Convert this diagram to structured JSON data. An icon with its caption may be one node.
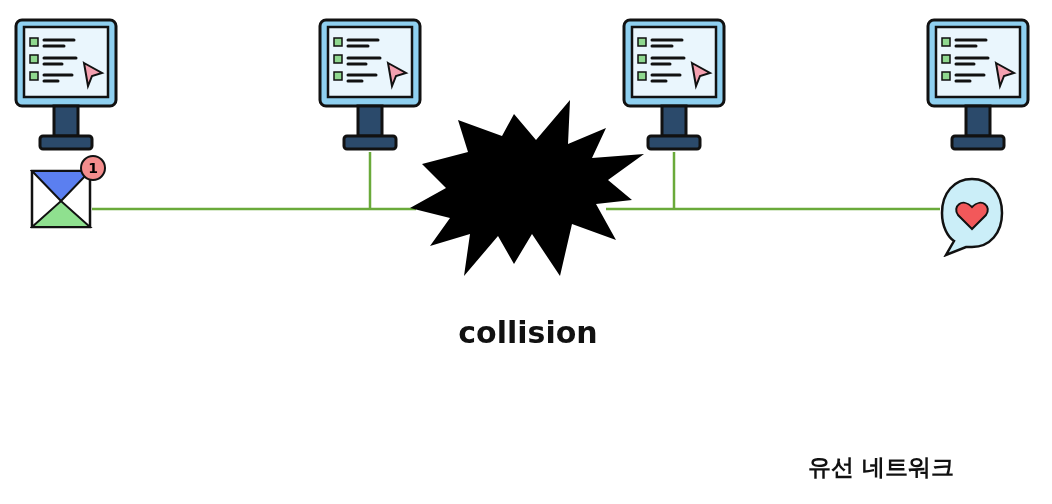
{
  "diagram": {
    "nodes": [
      {
        "text": [],
        "shape": "computer"
      },
      {
        "text": [],
        "shape": "computer"
      },
      {
        "text": [],
        "shape": "computer"
      },
      {
        "text": [],
        "shape": "computer"
      },
      {
        "text": [
          "1"
        ]
      },
      {
        "text": [],
        "shape": "burst",
        "beside": [
          "collision"
        ]
      },
      {
        "text": [],
        "shape": "bubble"
      }
    ],
    "edges": [
      {
        "from": 4,
        "to": 5,
        "arrow": "none"
      },
      {
        "from": 5,
        "to": 6,
        "arrow": "none"
      },
      {
        "from": 1,
        "to": null,
        "arrow": "none"
      },
      {
        "from": 2,
        "to": null,
        "arrow": "none"
      }
    ],
    "labels": [
      "유선 네트워크"
    ]
  }
}
